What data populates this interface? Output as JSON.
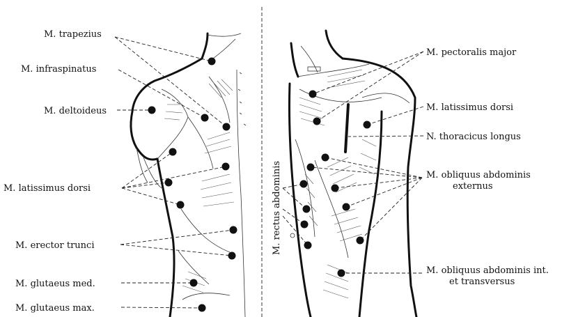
{
  "left_labels": {
    "trapezius": "M. trapezius",
    "infraspinatus": "M. infraspinatus",
    "deltoideus": "M. deltoideus",
    "latissimus": "M. latissimus dorsi",
    "erector": "M. erector trunci",
    "glutaeus_med": "M. glutaeus med.",
    "glutaeus_max": "M. glutaeus max."
  },
  "right_labels": {
    "pectoralis": "M. pectoralis major",
    "latissimus": "M. latissimus dorsi",
    "thoracicus": "N. thoracicus longus",
    "obliquus_ext_1": "M. obliquus abdominis",
    "obliquus_ext_2": "externus",
    "obliquus_int_1": "M. obliquus abdominis int.",
    "obliquus_int_2": "et transversus"
  },
  "center_label": "M. rectus abdominis"
}
